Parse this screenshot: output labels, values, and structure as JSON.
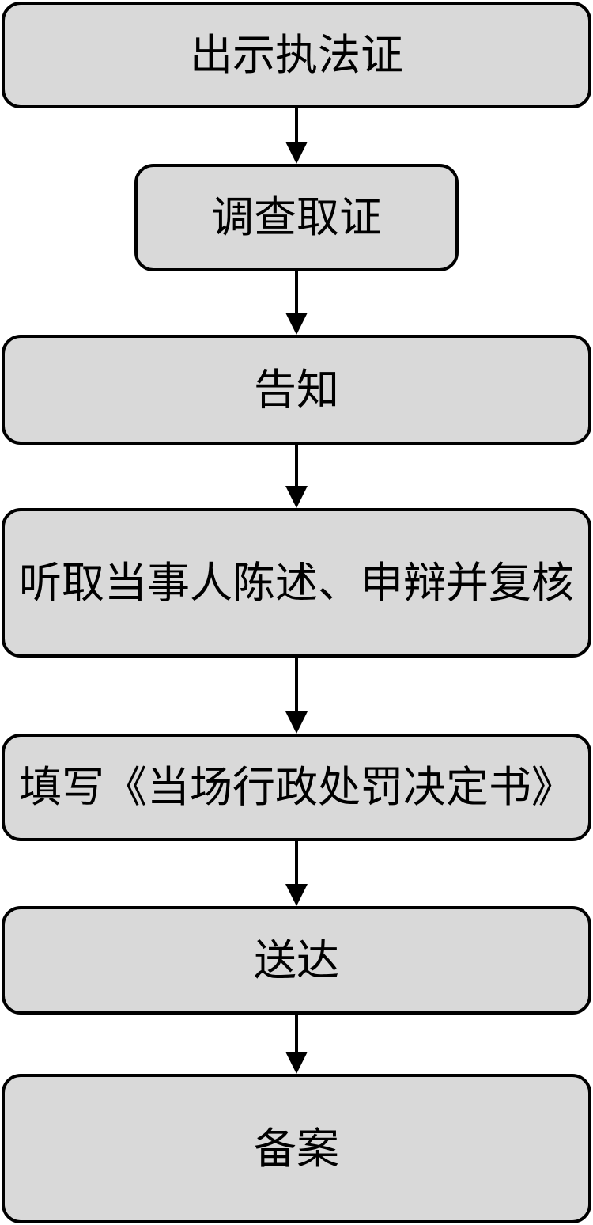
{
  "flowchart": {
    "type": "flowchart",
    "direction": "top-down",
    "nodes": [
      {
        "id": "show-certificate",
        "label": "出示执法证"
      },
      {
        "id": "investigate-evidence",
        "label": "调查取证"
      },
      {
        "id": "notify",
        "label": "告知"
      },
      {
        "id": "hear-statement-review",
        "label": "听取当事人陈述、申辩并复核"
      },
      {
        "id": "fill-penalty-decision",
        "label": "填写《当场行政处罚决定书》"
      },
      {
        "id": "deliver",
        "label": "送达"
      },
      {
        "id": "file-record",
        "label": "备案"
      }
    ],
    "edges": [
      {
        "from": "show-certificate",
        "to": "investigate-evidence"
      },
      {
        "from": "investigate-evidence",
        "to": "notify"
      },
      {
        "from": "notify",
        "to": "hear-statement-review"
      },
      {
        "from": "hear-statement-review",
        "to": "fill-penalty-decision"
      },
      {
        "from": "fill-penalty-decision",
        "to": "deliver"
      },
      {
        "from": "deliver",
        "to": "file-record"
      }
    ],
    "colors": {
      "background": "#ffffff",
      "node_fill": "#d9d9d9",
      "node_border": "#000000",
      "arrow": "#000000",
      "text": "#000000"
    }
  }
}
